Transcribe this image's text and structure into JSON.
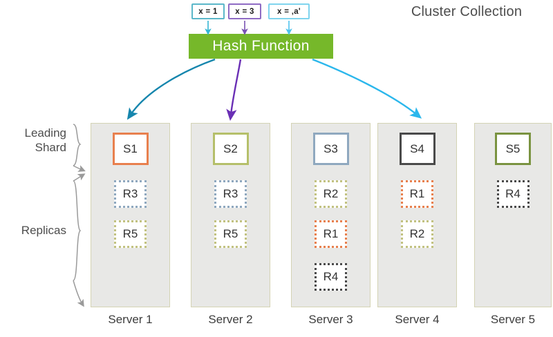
{
  "title": "Cluster Collection",
  "hash_function": {
    "label": "Hash  Function",
    "color": "#76b82a"
  },
  "inputs": [
    {
      "label": "x = 1",
      "color": "#5bb7c9",
      "arrow_color": "#34b6d4"
    },
    {
      "label": "x = 3",
      "color": "#8e6bc4",
      "arrow_color": "#7a52b3"
    },
    {
      "label": "x = ‚a'",
      "color": "#7fd4ee",
      "arrow_color": "#4ec3ee"
    }
  ],
  "side_labels": {
    "leading_shard": "Leading\nShard",
    "replicas": "Replicas"
  },
  "routing_arrows": [
    {
      "from": "hash-function",
      "to": "Server 1",
      "color": "#1686ad"
    },
    {
      "from": "hash-function",
      "to": "Server 2",
      "color": "#6a2fb5"
    },
    {
      "from": "hash-function",
      "to": "Server 4",
      "color": "#2bb7ec"
    }
  ],
  "colors": {
    "orange": "#e8804e",
    "olive": "#b5bf6a",
    "bluegrey": "#8fa8bf",
    "dark": "#4a4a4a",
    "green": "#7a9340",
    "khaki_dot": "#c2c281",
    "column_fill": "#e8e8e6",
    "column_border": "#d4d3b4",
    "brace": "#9a9a9a"
  },
  "servers": [
    {
      "caption": "Server 1",
      "shard": {
        "label": "S1",
        "color": "#e8804e"
      },
      "replicas": [
        {
          "label": "R3",
          "color": "#8fa8bf"
        },
        {
          "label": "R5",
          "color": "#c2c281"
        }
      ]
    },
    {
      "caption": "Server 2",
      "shard": {
        "label": "S2",
        "color": "#b5bf6a"
      },
      "replicas": [
        {
          "label": "R3",
          "color": "#8fa8bf"
        },
        {
          "label": "R5",
          "color": "#c2c281"
        }
      ]
    },
    {
      "caption": "Server 3",
      "shard": {
        "label": "S3",
        "color": "#8fa8bf"
      },
      "replicas": [
        {
          "label": "R2",
          "color": "#c2c281"
        },
        {
          "label": "R1",
          "color": "#e8804e"
        },
        {
          "label": "R4",
          "color": "#4a4a4a"
        }
      ]
    },
    {
      "caption": "Server 4",
      "shard": {
        "label": "S4",
        "color": "#4a4a4a"
      },
      "replicas": [
        {
          "label": "R1",
          "color": "#e8804e"
        },
        {
          "label": "R2",
          "color": "#c2c281"
        }
      ]
    },
    {
      "caption": "Server 5",
      "shard": {
        "label": "S5",
        "color": "#7a9340"
      },
      "replicas": [
        {
          "label": "R4",
          "color": "#4a4a4a"
        }
      ]
    }
  ]
}
